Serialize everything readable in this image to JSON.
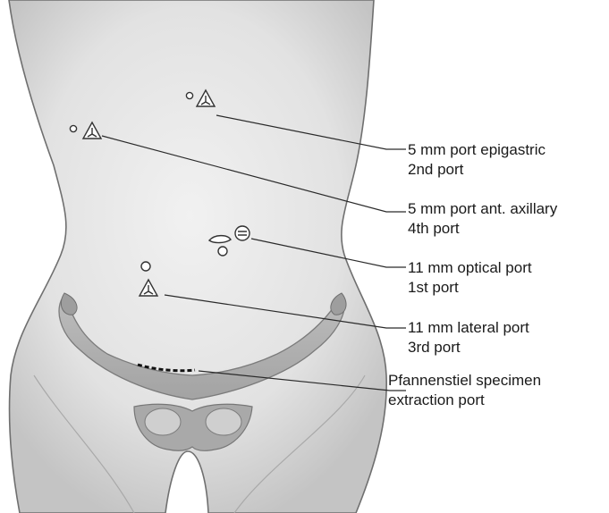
{
  "diagram": {
    "labels": [
      {
        "line1": "5 mm port epigastric",
        "line2": "2nd port"
      },
      {
        "line1": "5 mm port ant. axillary",
        "line2": "4th port"
      },
      {
        "line1": "11 mm optical port",
        "line2": "1st port"
      },
      {
        "line1": "11 mm lateral port",
        "line2": "3rd port"
      },
      {
        "line1": "Pfannenstiel specimen",
        "line2": "extraction port"
      }
    ],
    "colors": {
      "skin": "#e4e4e4",
      "skin_shadow": "#c9c9c9",
      "bone": "#b5b5b5",
      "bone_dark": "#8e8e8e",
      "outline": "#6f6f6f",
      "leader": "#2a2a2a"
    },
    "icons": [
      "port-triangle-icon",
      "port-circle-icon",
      "optical-port-icon",
      "incision-dash-icon"
    ]
  }
}
